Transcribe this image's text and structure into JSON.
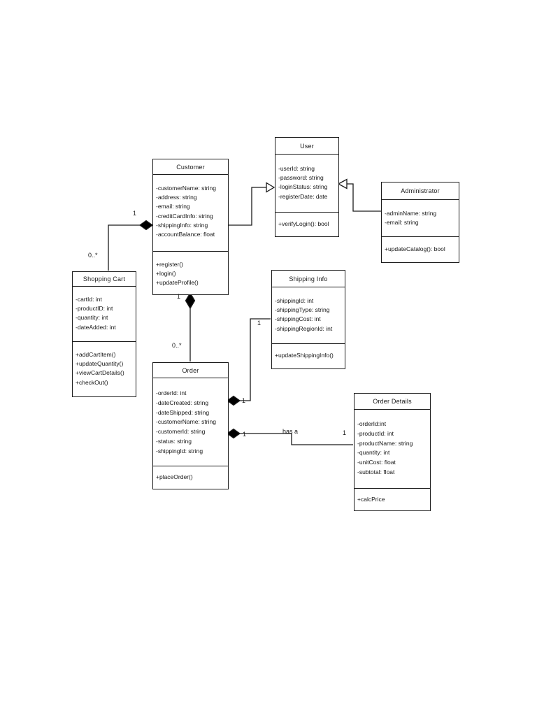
{
  "diagram": {
    "kind": "uml-class-diagram",
    "colors": {
      "line": "#1a1a1a",
      "box_fill": "#ffffff",
      "composition_diamond_fill": "#000000",
      "generalization_arrow_fill": "#ffffff"
    }
  },
  "classes": {
    "user": {
      "title": "User",
      "attributes": [
        "-userId: string",
        "-password: string",
        "-loginStatus: string",
        "-registerDate: date"
      ],
      "methods": [
        "+verifyLogin(): bool"
      ]
    },
    "customer": {
      "title": "Customer",
      "attributes": [
        "-customerName: string",
        "-address: string",
        "-email: string",
        "-creditCardInfo: string",
        "-shippingInfo: string",
        "-accountBalance: float"
      ],
      "methods": [
        "+register()",
        "+login()",
        "+updateProfile()"
      ]
    },
    "administrator": {
      "title": "Administrator",
      "attributes": [
        "-adminName: string",
        "-email: string"
      ],
      "methods": [
        "+updateCatalog(): bool"
      ]
    },
    "shopping_cart": {
      "title": "Shopping Cart",
      "attributes": [
        "-cartId: int",
        "-productID: int",
        "-quantity: int",
        "-dateAdded: int"
      ],
      "methods": [
        "+addCartItem()",
        "+updateQuantity()",
        "+viewCartDetails()",
        "+checkOut()"
      ]
    },
    "shipping_info": {
      "title": "Shipping Info",
      "attributes": [
        "-shippingId: int",
        "-shippingType: string",
        "-shippingCost: int",
        "-shippingRegionId: int"
      ],
      "methods": [
        "+updateShippingInfo()"
      ]
    },
    "order": {
      "title": "Order",
      "attributes": [
        "-orderId: int",
        "-dateCreated: string",
        "-dateShipped: string",
        "-customerName: string",
        "-customerId: string",
        "-status: string",
        "-shippingId: string"
      ],
      "methods": [
        "+placeOrder()"
      ]
    },
    "order_details": {
      "title": "Order Details",
      "attributes": [
        "-orderId:int",
        "-productId: int",
        "-productName: string",
        "-quantity: int",
        "-unitCost: float",
        "-subtotal: float"
      ],
      "methods": [
        "+calcPrice"
      ]
    }
  },
  "relationships": {
    "customer_user": {
      "type": "generalization"
    },
    "administrator_user": {
      "type": "generalization"
    },
    "customer_shopping_cart": {
      "type": "composition",
      "labels": {
        "customer_end": "1",
        "cart_end": "0..*"
      }
    },
    "customer_order": {
      "type": "composition",
      "labels": {
        "customer_end": "1",
        "order_end": "0..*"
      }
    },
    "order_shipping_info": {
      "type": "composition",
      "labels": {
        "order_end": "1",
        "shipping_end": "1"
      }
    },
    "order_order_details": {
      "type": "composition",
      "labels": {
        "order_end": "1",
        "name": "has a",
        "details_end": "1"
      }
    }
  }
}
